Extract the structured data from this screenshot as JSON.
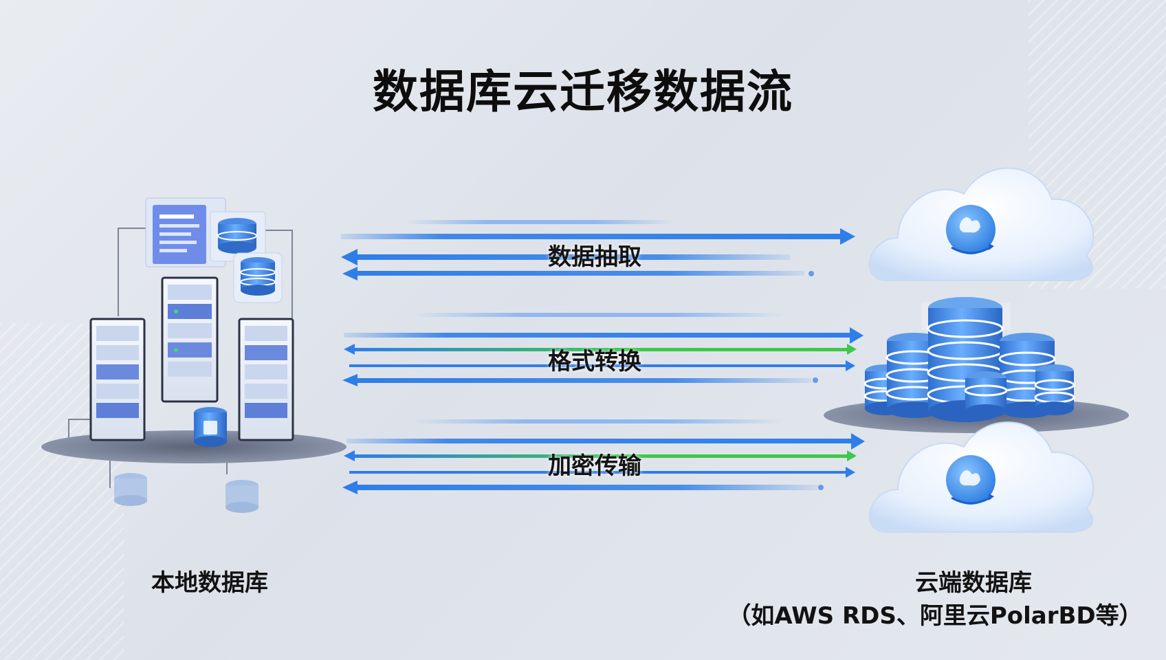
{
  "title": "数据库云迁移数据流",
  "steps": [
    {
      "label": "数据抽取"
    },
    {
      "label": "格式转换"
    },
    {
      "label": "加密传输"
    }
  ],
  "source": {
    "label": "本地数据库"
  },
  "target": {
    "label": "云端数据库",
    "sublabel": "（如AWS RDS、阿里云PolarBD等）"
  },
  "colors": {
    "arrow_blue": "#2f7ee8",
    "arrow_green": "#3cc84a",
    "cloud": "#eef5ff",
    "db_blue": "#3a86e0"
  }
}
